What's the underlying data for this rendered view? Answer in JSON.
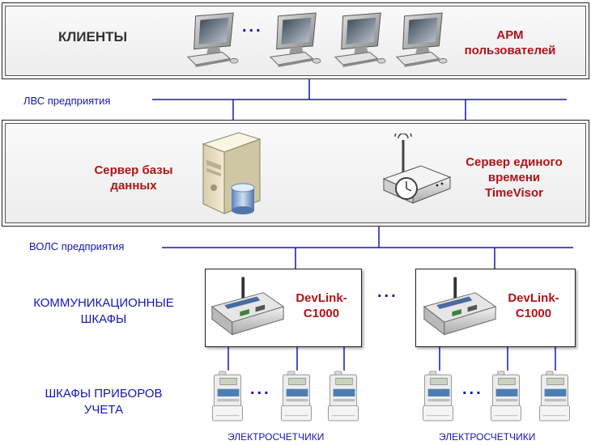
{
  "clients_panel": {
    "label": "КЛИЕНТЫ",
    "arm_line1": "АРМ",
    "arm_line2": "пользователей",
    "dots": "..."
  },
  "lan": {
    "label": "ЛВС предприятия"
  },
  "servers_panel": {
    "db_line1": "Сервер базы",
    "db_line2": "данных",
    "time_line1": "Сервер единого",
    "time_line2": "времени",
    "time_line3": "TimeVisor"
  },
  "fiber": {
    "label": "ВОЛС предприятия"
  },
  "comm": {
    "label_line1": "КОММУНИКАЦИОННЫЕ",
    "label_line2": "ШКАФЫ",
    "device_line1": "DevLink-",
    "device_line2": "C1000",
    "dots": "..."
  },
  "meters": {
    "label_line1": "ШКАФЫ ПРИБОРОВ",
    "label_line2": "УЧЕТА",
    "caption": "ЭЛЕКТРОСЧЕТЧИКИ",
    "dots": "..."
  },
  "icons": [
    "computer-icon",
    "server-tower-icon",
    "database-icon",
    "time-server-icon",
    "controller-icon",
    "electricity-meter-icon"
  ],
  "colors": {
    "accent_red": "#b01318",
    "link_blue": "#1515b8"
  }
}
